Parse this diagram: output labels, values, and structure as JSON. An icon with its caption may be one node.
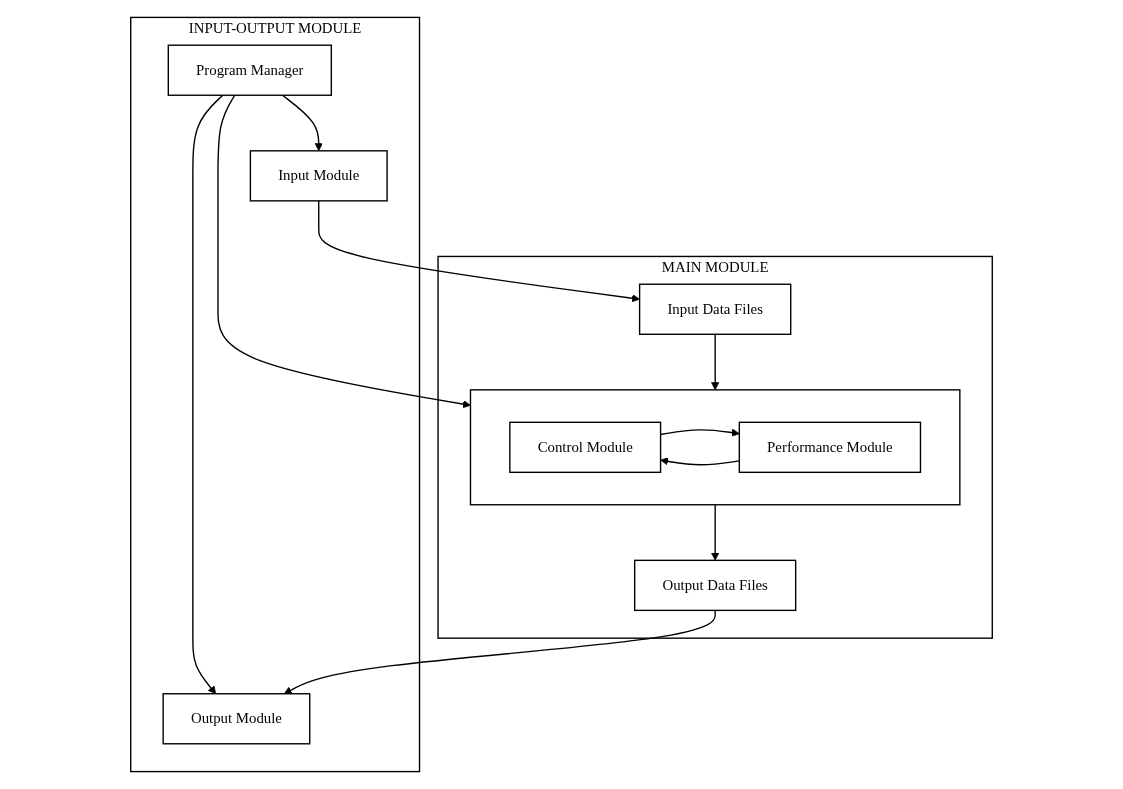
{
  "diagram": {
    "nodes": [
      {
        "text": [
          "MAIN MODULE"
        ]
      },
      {
        "text": [
          "Input Data Files"
        ],
        "in": 0
      },
      {
        "text": [],
        "shape": "box",
        "in": 0
      },
      {
        "text": [
          "Control Module"
        ],
        "in": 2
      },
      {
        "text": [
          "Performance Module"
        ],
        "in": 2
      },
      {
        "text": [
          "Output Data Files"
        ],
        "in": 0
      },
      {
        "text": [
          "INPUT-OUTPUT MODULE"
        ]
      },
      {
        "text": [
          "Input Module"
        ],
        "in": 6
      },
      {
        "text": [
          "Program Manager"
        ],
        "in": 6
      },
      {
        "text": [
          "Output Module"
        ],
        "in": 6
      }
    ],
    "edges": [
      {
        "from": 7,
        "to": 1,
        "arrow": "to"
      },
      {
        "from": 1,
        "to": 2,
        "arrow": "to"
      },
      {
        "from": 4,
        "to": 3,
        "arrow": "to"
      },
      {
        "from": 3,
        "to": 4,
        "arrow": "to"
      },
      {
        "from": 8,
        "to": 2,
        "arrow": "to"
      },
      {
        "from": 8,
        "to": 7,
        "arrow": "to"
      },
      {
        "from": 8,
        "to": 9,
        "arrow": "to"
      },
      {
        "from": 2,
        "to": 5,
        "arrow": "to"
      },
      {
        "from": 5,
        "to": 9,
        "arrow": "to"
      }
    ]
  }
}
